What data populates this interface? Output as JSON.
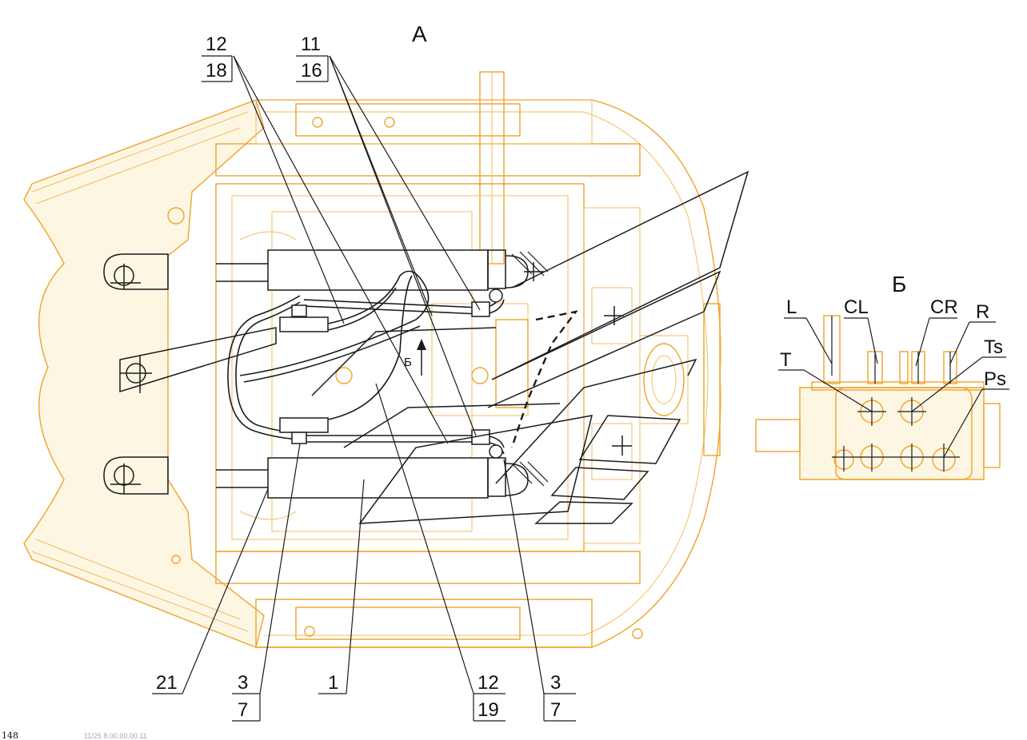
{
  "views": {
    "main": "A",
    "detail": "Б",
    "arrow": "Б"
  },
  "callouts": {
    "top": [
      {
        "top": "12",
        "bottom": "18"
      },
      {
        "top": "11",
        "bottom": "16"
      }
    ],
    "bottom": [
      {
        "top": "21",
        "bottom": ""
      },
      {
        "top": "3",
        "bottom": "7"
      },
      {
        "top": "1",
        "bottom": ""
      },
      {
        "top": "12",
        "bottom": "19"
      },
      {
        "top": "3",
        "bottom": "7"
      }
    ]
  },
  "ports": [
    "L",
    "CL",
    "CR",
    "R",
    "T",
    "Ts",
    "Ps"
  ],
  "footer": {
    "page_number": "148",
    "faint_text": "11/25 8.00.00.00.11"
  },
  "colors": {
    "frame": "#f0a32a",
    "ink": "#1a1a1a",
    "background": "#ffffff"
  }
}
